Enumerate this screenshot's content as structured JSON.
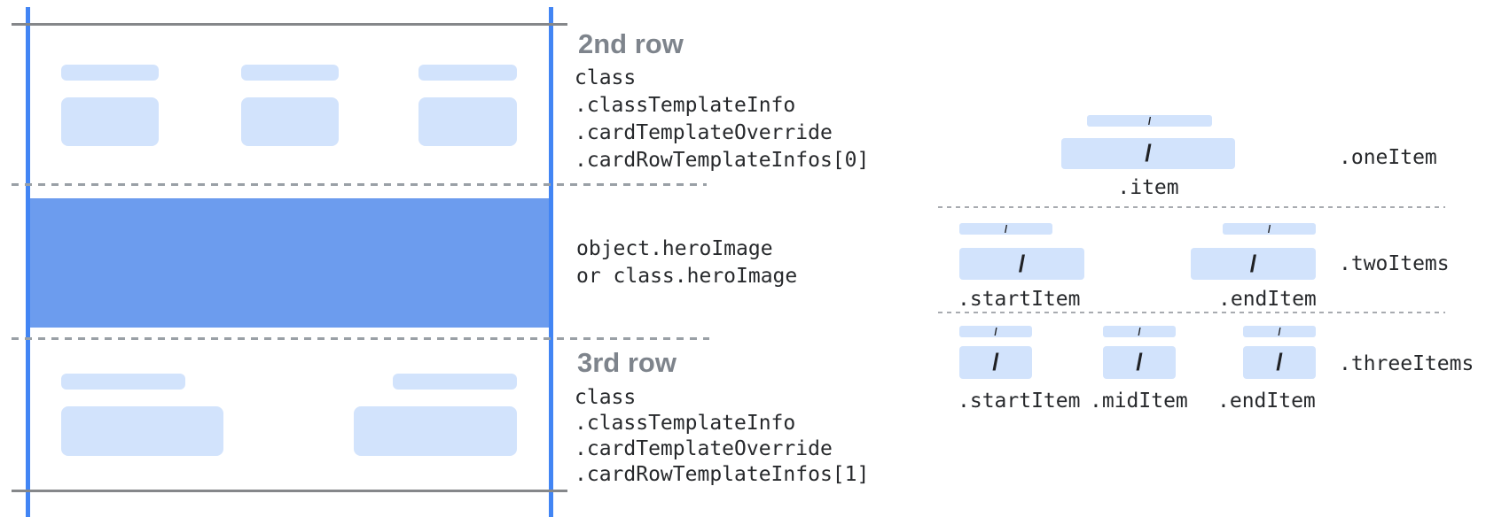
{
  "colors": {
    "placeholder_fill": "#d2e3fc",
    "hero_fill": "#6c9cee",
    "guide_line_blue": "#4285f4",
    "solid_line_gray": "#85878a",
    "dashed_line_gray": "#9aa0a6",
    "heading_gray": "#7e848c",
    "code_text": "#27292c"
  },
  "annotations": {
    "row2": {
      "heading": "2nd row",
      "lines": [
        "class",
        ".classTemplateInfo",
        ".cardTemplateOverride",
        ".cardRowTemplateInfos[0]"
      ]
    },
    "hero": {
      "lines": [
        "object.heroImage",
        "or class.heroImage"
      ]
    },
    "row3": {
      "heading": "3rd row",
      "lines": [
        "class",
        ".classTemplateInfo",
        ".cardTemplateOverride",
        ".cardRowTemplateInfos[1]"
      ]
    }
  },
  "items_diagram": {
    "slash": "/",
    "one_item": {
      "label": ".oneItem",
      "item_label": ".item"
    },
    "two_items": {
      "label": ".twoItems",
      "start_label": ".startItem",
      "end_label": ".endItem"
    },
    "three_items": {
      "label": ".threeItems",
      "start_label": ".startItem",
      "mid_label": ".midItem",
      "end_label": ".endItem"
    }
  }
}
